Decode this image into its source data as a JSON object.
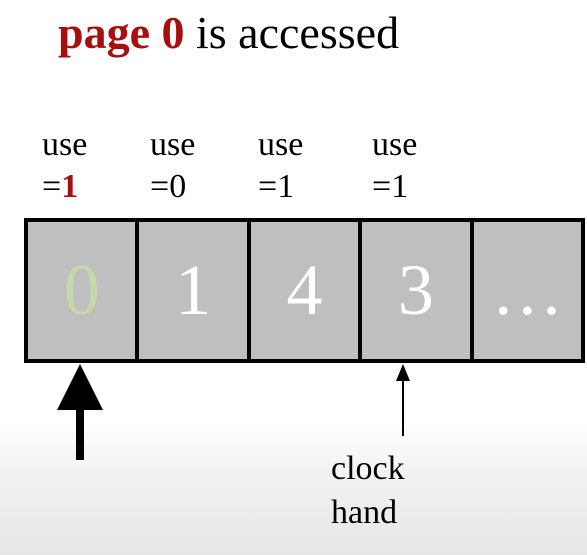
{
  "title": {
    "prefix": "page 0",
    "suffix": " is accessed"
  },
  "frames": [
    {
      "page": "0",
      "use_label": "use",
      "use_value": "1"
    },
    {
      "page": "1",
      "use_label": "use",
      "use_value": "0"
    },
    {
      "page": "4",
      "use_label": "use",
      "use_value": "1"
    },
    {
      "page": "3",
      "use_label": "use",
      "use_value": "1"
    },
    {
      "page": "…"
    }
  ],
  "clock_hand": {
    "line1": "clock",
    "line2": "hand"
  },
  "colors": {
    "highlight": "#a50f0f",
    "cell_fill": "#bfbfbf",
    "accessed_page": "#c5d8a8",
    "page_text": "#ffffff"
  }
}
